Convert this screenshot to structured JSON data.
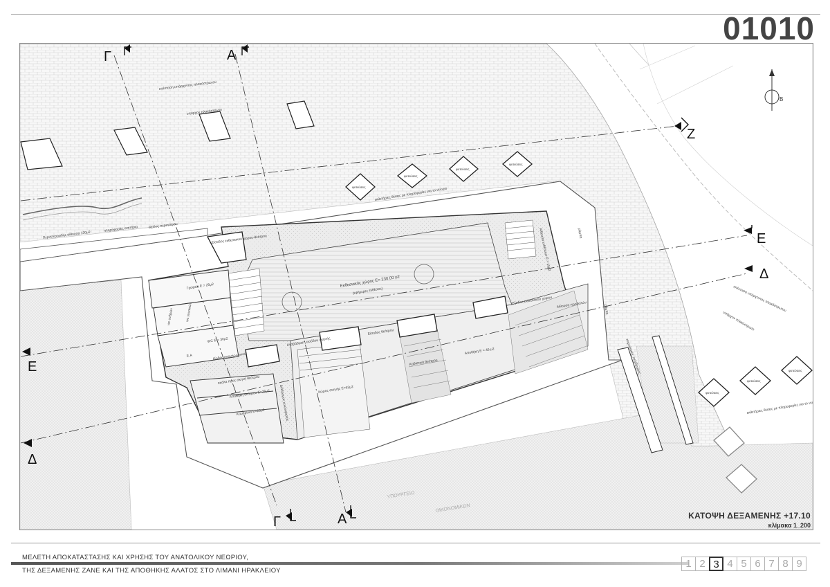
{
  "sheet": {
    "number": "01010",
    "plan_title": "ΚΑΤΟΨΗ ΔΕΞΑΜΕΝΗΣ +17.10",
    "scale": "κλίμακα 1_200",
    "project_line1": "ΜΕΛΕΤΗ ΑΠΟΚΑΤΑΣΤΑΣΗΣ ΚΑΙ ΧΡΗΣΗΣ ΤΟΥ ΑΝΑΤΟΛΙΚΟΥ ΝΕΩΡΙΟΥ,",
    "project_line2": "ΤΗΣ ΔΕΞΑΜΕΝΗΣ ΖΑΝΕ ΚΑΙ ΤΗΣ ΑΠΟΘΗΚΗΣ ΑΛΑΤΟΣ ΣΤΟ ΛΙΜΑΝΙ ΗΡΑΚΛΕΙΟΥ",
    "pages": [
      "1",
      "2",
      "3",
      "4",
      "5",
      "6",
      "7",
      "8",
      "9"
    ],
    "active_page": "3"
  },
  "sections": {
    "gamma": "Γ",
    "alpha": "Α",
    "zeta": "Ζ",
    "epsilon": "Ε",
    "delta": "Δ"
  },
  "north": {
    "label": "Β"
  },
  "labels": {
    "existing_path_ext": "επέκταση υπάρχοντος πλακόστρωτου",
    "existing_path": "υπάρχον πλακόστρωτο",
    "existing_path_ext_right": "επέκταση υπάρχοντος πλακόστρωτου",
    "existing_path_right": "υπάρχον πλακόστρωτο",
    "peripheral_garden": "Περιπτεροειδής αίθουσα 130μ2",
    "info_kiosk": "πληροφορίες εισιτήρια",
    "periptero_exit": "έξοδος περιπτέρου",
    "theatre_entrance": "Είσοδος εκθεσιακού χώρου-θεάτρου",
    "exhibition": "Εκθεσιακός χώρος Ε= 230,00 μ2",
    "exhibition_sub": "(εφήμερες εκθέσεις)",
    "exhibition_hall_right": "Αίθουσα εκθέσεων Ε = 15μ2",
    "exhibition_exit": "Έξοδος εκθεσιακού χώρου",
    "theatre_exit_left": "Αναβάθμιση εισόδου σκηνής",
    "theatre_exit_mid": "Είσοδος θεάτρου",
    "seating": "Καθιστικά θεάτρου",
    "storage": "Αποθήκη Ε = 45 μ2",
    "stage_area": "Χώρος σκηνής Ε=62μ2",
    "hall_right": "Αίθουσα προβολών",
    "office": "Γραφεία Ε = 25μ2",
    "wc": "WC Ε = 30μ2",
    "ea": "Ε.Α",
    "wc_m": "wc ανδρών",
    "wc_f": "wc γυναικών",
    "stage_exit": "έξοδος σκηνής-κοινού",
    "stage_stairs": "σκάλα προς σκηνή θεάτρου",
    "theatre_storage": "Αποθήκη θεάτρου Ε=25μ2",
    "dressing": "Καμαρίνια Ε=25μ2",
    "vertical_passage": "Διάδρομος κυκλοφορίας",
    "ramp_right": "ράμπα",
    "ramp_left": "ράμπα",
    "plants": "φυτεύσεις",
    "seats_lights_top": "εκθετήριες θέσεις με πληροφορίες για το νεώριο",
    "seats_lights_right": "εκθετήριες θέσεις με πληροφορίες για το νεώριο",
    "ministry": "ΥΠΟΥΡΓΕΙΟ",
    "economics": "ΟΙΚΟΝΟΜΙΚΩΝ",
    "coastal": "παραλιακός πεζόδρομος"
  }
}
